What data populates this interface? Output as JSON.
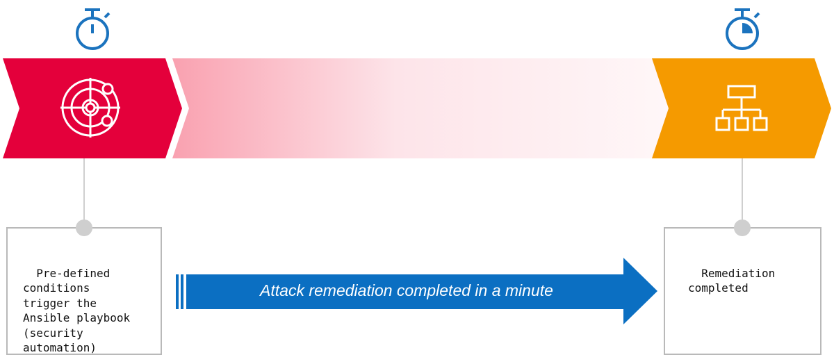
{
  "stages": {
    "start": {
      "timer_icon": "stopwatch-icon",
      "icon": "radar-target-icon",
      "color": "#e4003b",
      "description": "Pre-defined\nconditions\ntrigger the\nAnsible playbook\n(security\nautomation)"
    },
    "end": {
      "timer_icon": "stopwatch-elapsed-icon",
      "icon": "hierarchy-org-chart-icon",
      "color": "#f59a00",
      "description": "Remediation\ncompleted"
    }
  },
  "transition": {
    "gradient_from": "#f9a1b0",
    "gradient_to": "#fff7f8"
  },
  "duration_arrow": {
    "label": "Attack remediation completed in a minute",
    "color": "#0b6fc2"
  },
  "colors": {
    "timer_blue": "#1b73be",
    "connector_gray": "#cfcfcf",
    "box_border": "#b9b9b9"
  }
}
